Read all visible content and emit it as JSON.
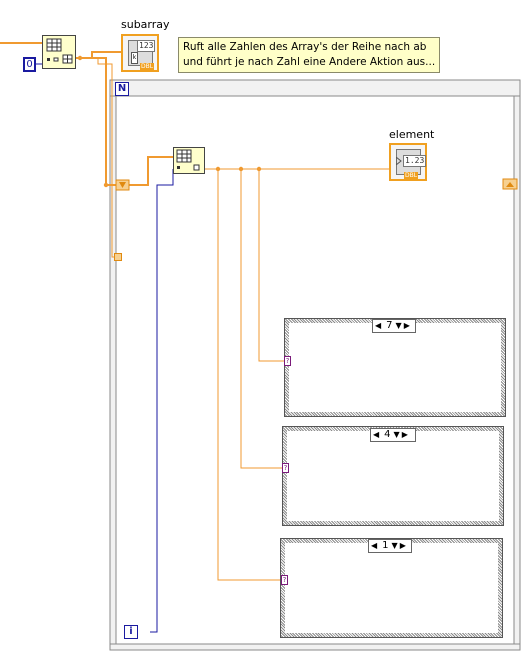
{
  "diagram": {
    "constant_zero": "0",
    "subarray_label": "subarray",
    "subarray_terminal_text": "123",
    "subarray_type": "DBL",
    "comment_line1": "Ruft alle Zahlen des Array's der Reihe nach ab",
    "comment_line2": "und führt je nach Zahl eine Andere Aktion aus...",
    "loop_count_terminal": "N",
    "loop_iteration_terminal": "i",
    "element_label": "element",
    "element_terminal_text": "1.23",
    "element_type": "DBL",
    "case_structures": [
      {
        "selector_value": "7"
      },
      {
        "selector_value": "4"
      },
      {
        "selector_value": "1"
      }
    ],
    "selector_terminal_glyph": "?"
  },
  "colors": {
    "dbl_wire": "#f09a30",
    "int_wire": "#1a1aa0",
    "loop_border": "#7a7a7a",
    "comment_bg": "#ffffc8"
  }
}
